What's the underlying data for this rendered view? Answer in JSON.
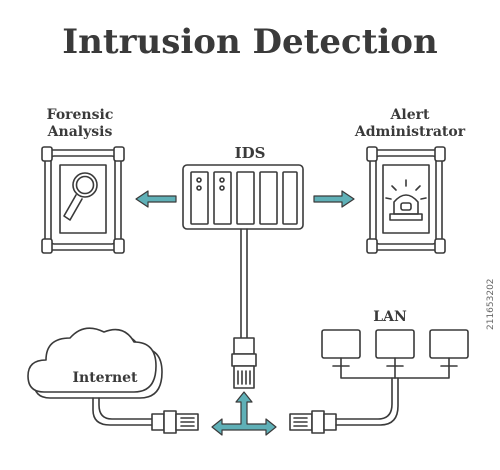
{
  "title": "Intrusion Detection",
  "labels": {
    "forensic": "Forensic\nAnalysis",
    "forensic_line1": "Forensic",
    "forensic_line2": "Analysis",
    "alert_line1": "Alert",
    "alert_line2": "Administrator",
    "ids": "IDS",
    "lan": "LAN",
    "internet": "Internet"
  },
  "watermark_id": "211653202",
  "colors": {
    "line": "#3a3a3a",
    "accent": "#5fb0b7",
    "fill": "#ffffff"
  },
  "icons": [
    "magnifier-icon",
    "alarm-siren-icon",
    "server-rack-icon",
    "cloud-icon",
    "monitor-icon",
    "ethernet-plug-icon",
    "arrow-icon"
  ]
}
